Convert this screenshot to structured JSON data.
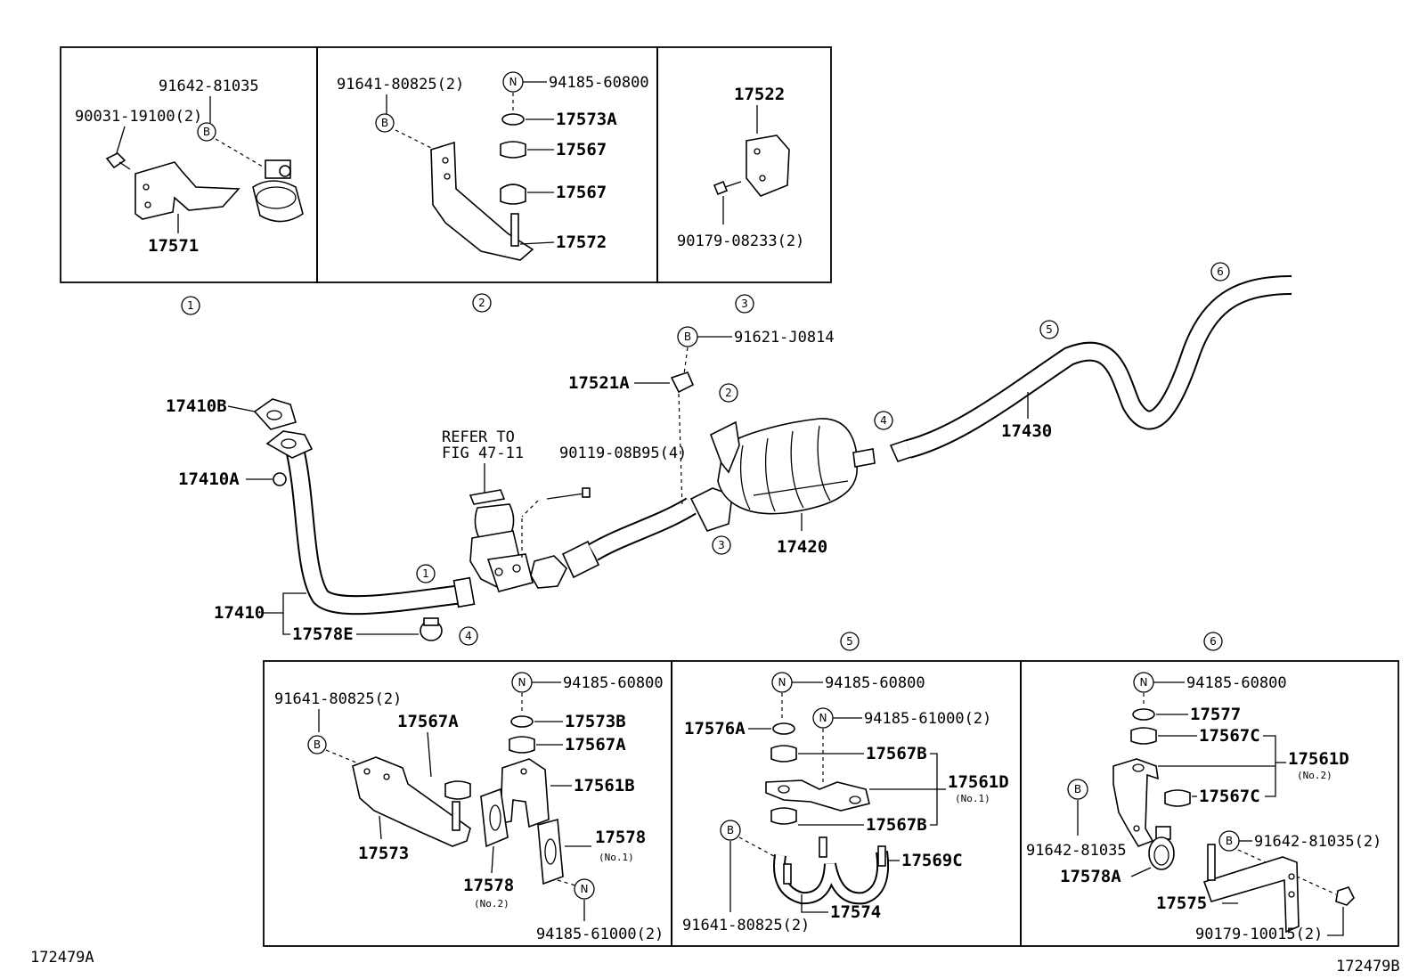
{
  "diagram": {
    "fig_left": "172479A",
    "fig_right": "172479B",
    "callouts": [
      "1",
      "2",
      "3",
      "4",
      "5",
      "6"
    ],
    "markers": {
      "bolt": "B",
      "nut": "N"
    },
    "refer": {
      "line1": "REFER TO",
      "line2": "FIG 47-11"
    },
    "parts": {
      "p17410B": "17410B",
      "p17410A": "17410A",
      "p17410": "17410",
      "p17578E": "17578E",
      "p90119": "90119-08B95(4)",
      "p17521A": "17521A",
      "p91621": "91621-J0814",
      "p17420": "17420",
      "p17430": "17430"
    },
    "box1": {
      "p91642": "91642-81035",
      "p90031": "90031-19100(2)",
      "p17571": "17571"
    },
    "box2": {
      "p91641": "91641-80825(2)",
      "p94185": "94185-60800",
      "p17573A": "17573A",
      "p17567a": "17567",
      "p17567b": "17567",
      "p17572": "17572"
    },
    "box3": {
      "p17522": "17522",
      "p90179": "90179-08233(2)"
    },
    "box4": {
      "p94185a": "94185-60800",
      "p91641": "91641-80825(2)",
      "p17567Aa": "17567A",
      "p17573B": "17573B",
      "p17567Ab": "17567A",
      "p17561B": "17561B",
      "p17573": "17573",
      "p17578": "17578",
      "no1": "(No.1)",
      "p17578b": "17578",
      "no2": "(No.2)",
      "p94185b": "94185-61000(2)"
    },
    "box5": {
      "p94185a": "94185-60800",
      "p94185b": "94185-61000(2)",
      "p17576A": "17576A",
      "p17567Ba": "17567B",
      "p17561D": "17561D",
      "no1": "(No.1)",
      "p17567Bb": "17567B",
      "p17569C": "17569C",
      "p17574": "17574",
      "p91641": "91641-80825(2)"
    },
    "box6": {
      "p94185": "94185-60800",
      "p17577": "17577",
      "p17567Ca": "17567C",
      "p17561D": "17561D",
      "no2": "(No.2)",
      "p17567Cb": "17567C",
      "p91642a": "91642-81035",
      "p91642b": "91642-81035(2)",
      "p17578A": "17578A",
      "p17575": "17575",
      "p90179": "90179-10015(2)"
    }
  }
}
